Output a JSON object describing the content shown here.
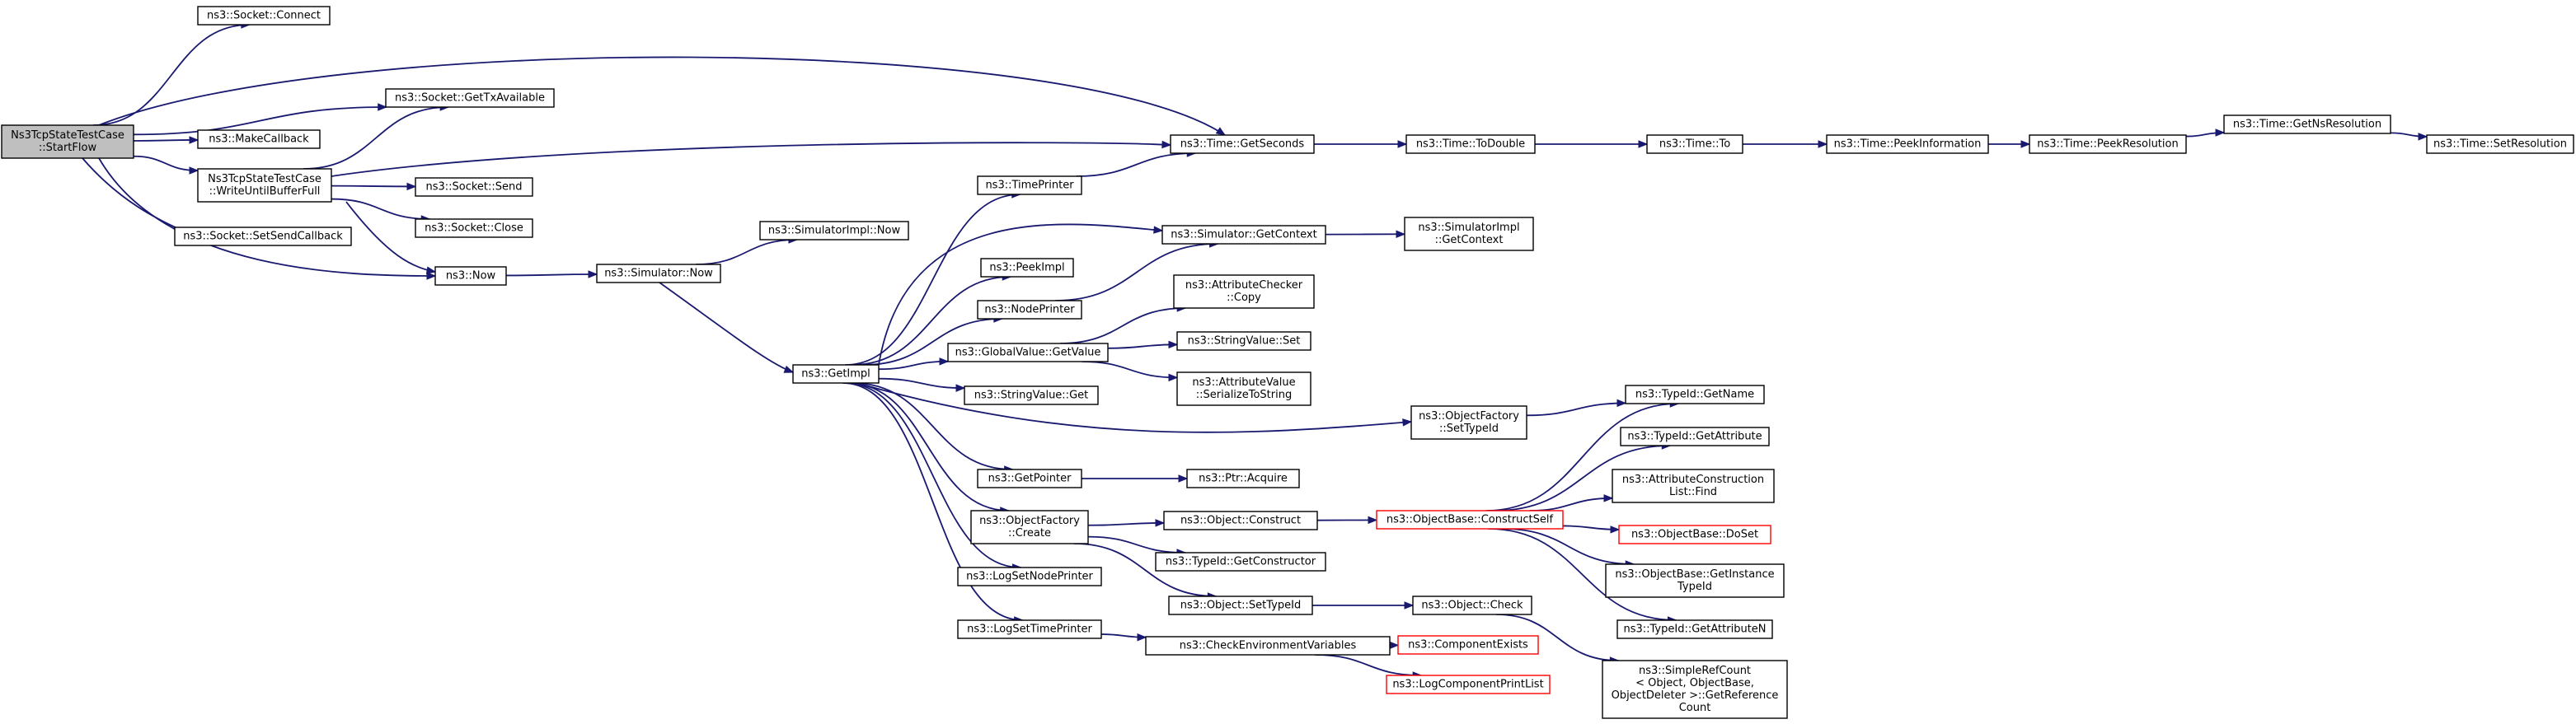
{
  "diagram": {
    "colors": {
      "edge": "#191970",
      "node_fill": "#ffffff",
      "root_fill": "#bfbfbf",
      "truncated_border": "#ff0000",
      "border": "#000000"
    },
    "nodes": [
      {
        "id": "n0",
        "lines": [
          "Ns3TcpStateTestCase",
          "::StartFlow"
        ],
        "root": true
      },
      {
        "id": "n1",
        "lines": [
          "ns3::Socket::Connect"
        ]
      },
      {
        "id": "n2",
        "lines": [
          "ns3::Socket::GetTxAvailable"
        ]
      },
      {
        "id": "n3",
        "lines": [
          "ns3::MakeCallback"
        ]
      },
      {
        "id": "n4",
        "lines": [
          "Ns3TcpStateTestCase",
          "::WriteUntilBufferFull"
        ]
      },
      {
        "id": "n5",
        "lines": [
          "ns3::Socket::SetSendCallback"
        ]
      },
      {
        "id": "n6",
        "lines": [
          "ns3::Socket::Send"
        ]
      },
      {
        "id": "n7",
        "lines": [
          "ns3::Socket::Close"
        ]
      },
      {
        "id": "n8",
        "lines": [
          "ns3::Now"
        ]
      },
      {
        "id": "n9",
        "lines": [
          "ns3::Simulator::Now"
        ]
      },
      {
        "id": "n10",
        "lines": [
          "ns3::SimulatorImpl::Now"
        ]
      },
      {
        "id": "n11",
        "lines": [
          "ns3::GetImpl"
        ]
      },
      {
        "id": "n12",
        "lines": [
          "ns3::TimePrinter"
        ]
      },
      {
        "id": "n13",
        "lines": [
          "ns3::PeekImpl"
        ]
      },
      {
        "id": "n14",
        "lines": [
          "ns3::NodePrinter"
        ]
      },
      {
        "id": "n15",
        "lines": [
          "ns3::GlobalValue::GetValue"
        ]
      },
      {
        "id": "n16",
        "lines": [
          "ns3::StringValue::Get"
        ]
      },
      {
        "id": "n17",
        "lines": [
          "ns3::GetPointer"
        ]
      },
      {
        "id": "n18",
        "lines": [
          "ns3::ObjectFactory",
          "::Create"
        ]
      },
      {
        "id": "n19",
        "lines": [
          "ns3::LogSetNodePrinter"
        ]
      },
      {
        "id": "n20",
        "lines": [
          "ns3::LogSetTimePrinter"
        ]
      },
      {
        "id": "n21",
        "lines": [
          "ns3::Time::GetSeconds"
        ]
      },
      {
        "id": "n22",
        "lines": [
          "ns3::Simulator::GetContext"
        ]
      },
      {
        "id": "n23",
        "lines": [
          "ns3::AttributeChecker",
          "::Copy"
        ]
      },
      {
        "id": "n24",
        "lines": [
          "ns3::StringValue::Set"
        ]
      },
      {
        "id": "n25",
        "lines": [
          "ns3::AttributeValue",
          "::SerializeToString"
        ]
      },
      {
        "id": "n26",
        "lines": [
          "ns3::Ptr::Acquire"
        ]
      },
      {
        "id": "n27",
        "lines": [
          "ns3::Object::Construct"
        ]
      },
      {
        "id": "n28",
        "lines": [
          "ns3::TypeId::GetConstructor"
        ]
      },
      {
        "id": "n29",
        "lines": [
          "ns3::Object::SetTypeId"
        ]
      },
      {
        "id": "n30",
        "lines": [
          "ns3::CheckEnvironmentVariables"
        ]
      },
      {
        "id": "n31",
        "lines": [
          "ns3::Time::ToDouble"
        ]
      },
      {
        "id": "n32",
        "lines": [
          "ns3::SimulatorImpl",
          "::GetContext"
        ]
      },
      {
        "id": "n33",
        "lines": [
          "ns3::ObjectFactory",
          "::SetTypeId"
        ]
      },
      {
        "id": "n34",
        "lines": [
          "ns3::ObjectBase::ConstructSelf"
        ],
        "truncated": true
      },
      {
        "id": "n35",
        "lines": [
          "ns3::Object::Check"
        ]
      },
      {
        "id": "n36",
        "lines": [
          "ns3::ComponentExists"
        ],
        "truncated": true
      },
      {
        "id": "n37",
        "lines": [
          "ns3::LogComponentPrintList"
        ],
        "truncated": true
      },
      {
        "id": "n38",
        "lines": [
          "ns3::Time::To"
        ]
      },
      {
        "id": "n39",
        "lines": [
          "ns3::TypeId::GetName"
        ]
      },
      {
        "id": "n40",
        "lines": [
          "ns3::TypeId::GetAttribute"
        ]
      },
      {
        "id": "n41",
        "lines": [
          "ns3::AttributeConstruction",
          "List::Find"
        ]
      },
      {
        "id": "n42",
        "lines": [
          "ns3::ObjectBase::DoSet"
        ],
        "truncated": true
      },
      {
        "id": "n43",
        "lines": [
          "ns3::ObjectBase::GetInstance",
          "TypeId"
        ]
      },
      {
        "id": "n44",
        "lines": [
          "ns3::TypeId::GetAttributeN"
        ]
      },
      {
        "id": "n45",
        "lines": [
          "ns3::SimpleRefCount",
          "< Object, ObjectBase,",
          "ObjectDeleter >::GetReference",
          "Count"
        ]
      },
      {
        "id": "n46",
        "lines": [
          "ns3::Time::PeekInformation"
        ]
      },
      {
        "id": "n47",
        "lines": [
          "ns3::Time::PeekResolution"
        ]
      },
      {
        "id": "n48",
        "lines": [
          "ns3::Time::GetNsResolution"
        ]
      },
      {
        "id": "n49",
        "lines": [
          "ns3::Time::SetResolution"
        ]
      }
    ],
    "edges": [
      [
        "n0",
        "n1"
      ],
      [
        "n0",
        "n21"
      ],
      [
        "n0",
        "n2"
      ],
      [
        "n0",
        "n3"
      ],
      [
        "n0",
        "n4"
      ],
      [
        "n0",
        "n5"
      ],
      [
        "n0",
        "n8"
      ],
      [
        "n4",
        "n2"
      ],
      [
        "n4",
        "n21"
      ],
      [
        "n4",
        "n6"
      ],
      [
        "n4",
        "n7"
      ],
      [
        "n4",
        "n8"
      ],
      [
        "n8",
        "n9"
      ],
      [
        "n9",
        "n10"
      ],
      [
        "n9",
        "n11"
      ],
      [
        "n11",
        "n12"
      ],
      [
        "n11",
        "n9"
      ],
      [
        "n11",
        "n13"
      ],
      [
        "n11",
        "n14"
      ],
      [
        "n11",
        "n15"
      ],
      [
        "n11",
        "n16"
      ],
      [
        "n11",
        "n33"
      ],
      [
        "n11",
        "n17"
      ],
      [
        "n11",
        "n18"
      ],
      [
        "n11",
        "n19"
      ],
      [
        "n11",
        "n20"
      ],
      [
        "n12",
        "n21"
      ],
      [
        "n14",
        "n22"
      ],
      [
        "n15",
        "n23"
      ],
      [
        "n15",
        "n24"
      ],
      [
        "n15",
        "n25"
      ],
      [
        "n17",
        "n26"
      ],
      [
        "n18",
        "n27"
      ],
      [
        "n18",
        "n28"
      ],
      [
        "n18",
        "n29"
      ],
      [
        "n20",
        "n30"
      ],
      [
        "n21",
        "n31"
      ],
      [
        "n22",
        "n32"
      ],
      [
        "n27",
        "n34"
      ],
      [
        "n29",
        "n35"
      ],
      [
        "n30",
        "n36"
      ],
      [
        "n30",
        "n37"
      ],
      [
        "n31",
        "n38"
      ],
      [
        "n38",
        "n46"
      ],
      [
        "n46",
        "n47"
      ],
      [
        "n47",
        "n48"
      ],
      [
        "n48",
        "n49"
      ],
      [
        "n33",
        "n39"
      ],
      [
        "n34",
        "n39"
      ],
      [
        "n34",
        "n40"
      ],
      [
        "n34",
        "n41"
      ],
      [
        "n34",
        "n42"
      ],
      [
        "n34",
        "n43"
      ],
      [
        "n34",
        "n44"
      ],
      [
        "n35",
        "n45"
      ]
    ]
  }
}
